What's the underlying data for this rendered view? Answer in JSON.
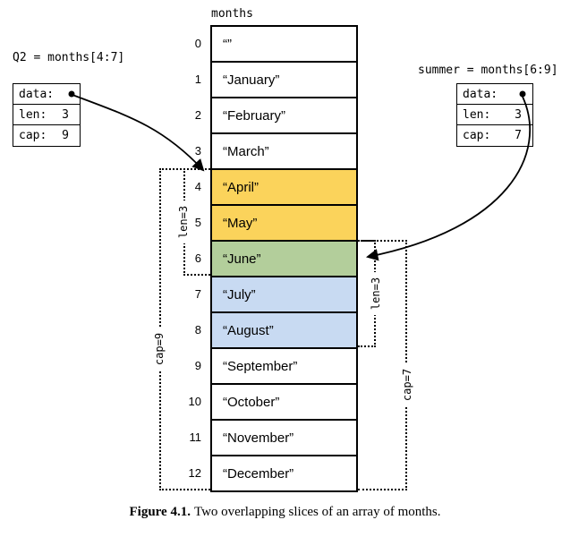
{
  "array": {
    "label": "months",
    "cells": [
      {
        "index": "0",
        "value": "“”",
        "highlight": "none"
      },
      {
        "index": "1",
        "value": "“January”",
        "highlight": "none"
      },
      {
        "index": "2",
        "value": "“February”",
        "highlight": "none"
      },
      {
        "index": "3",
        "value": "“March”",
        "highlight": "none"
      },
      {
        "index": "4",
        "value": "“April”",
        "highlight": "yellow"
      },
      {
        "index": "5",
        "value": "“May”",
        "highlight": "yellow"
      },
      {
        "index": "6",
        "value": "“June”",
        "highlight": "green"
      },
      {
        "index": "7",
        "value": "“July”",
        "highlight": "blue"
      },
      {
        "index": "8",
        "value": "“August”",
        "highlight": "blue"
      },
      {
        "index": "9",
        "value": "“September”",
        "highlight": "none"
      },
      {
        "index": "10",
        "value": "“October”",
        "highlight": "none"
      },
      {
        "index": "11",
        "value": "“November”",
        "highlight": "none"
      },
      {
        "index": "12",
        "value": "“December”",
        "highlight": "none"
      }
    ]
  },
  "q2_slice": {
    "title": "Q2 = months[4:7]",
    "data_label": "data:",
    "len_label": "len:",
    "len_value": "3",
    "cap_label": "cap:",
    "cap_value": "9",
    "len_bracket": "len=3",
    "cap_bracket": "cap=9"
  },
  "summer_slice": {
    "title": "summer = months[6:9]",
    "data_label": "data:",
    "len_label": "len:",
    "len_value": "3",
    "cap_label": "cap:",
    "cap_value": "7",
    "len_bracket": "len=3",
    "cap_bracket": "cap=7"
  },
  "colors": {
    "yellow": "#FBD35B",
    "green": "#B3CE9B",
    "blue": "#C8DAF2"
  },
  "caption": {
    "label": "Figure 4.1.",
    "text": "Two overlapping slices of an array of months."
  }
}
